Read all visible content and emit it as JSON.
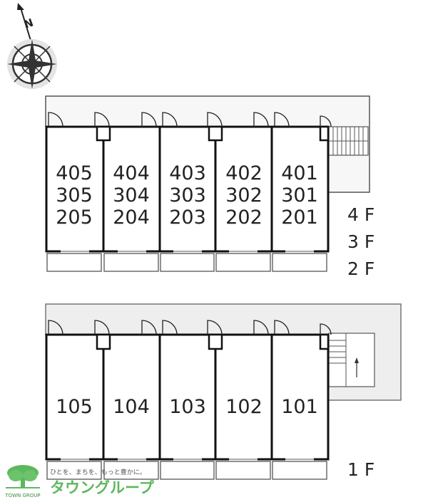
{
  "compass": {
    "label": "N"
  },
  "upper_block": {
    "units": [
      {
        "lines": [
          "405",
          "305",
          "205"
        ]
      },
      {
        "lines": [
          "404",
          "304",
          "204"
        ]
      },
      {
        "lines": [
          "403",
          "303",
          "203"
        ]
      },
      {
        "lines": [
          "402",
          "302",
          "202"
        ]
      },
      {
        "lines": [
          "401",
          "301",
          "201"
        ]
      }
    ],
    "floor_labels": [
      "4 F",
      "3 F",
      "2 F"
    ]
  },
  "lower_block": {
    "units": [
      {
        "label": "105"
      },
      {
        "label": "104"
      },
      {
        "label": "103"
      },
      {
        "label": "102"
      },
      {
        "label": "101"
      }
    ],
    "floor_label": "1 F"
  },
  "footer": {
    "tagline": "ひとを、まちを、もっと豊かに。",
    "brand": "タウングループ",
    "logo_text": "TOWN GROUP"
  },
  "colors": {
    "wall": "#111111",
    "outline": "#555555",
    "shade": "#eeeeee",
    "brand_green": "#5cb85c"
  }
}
